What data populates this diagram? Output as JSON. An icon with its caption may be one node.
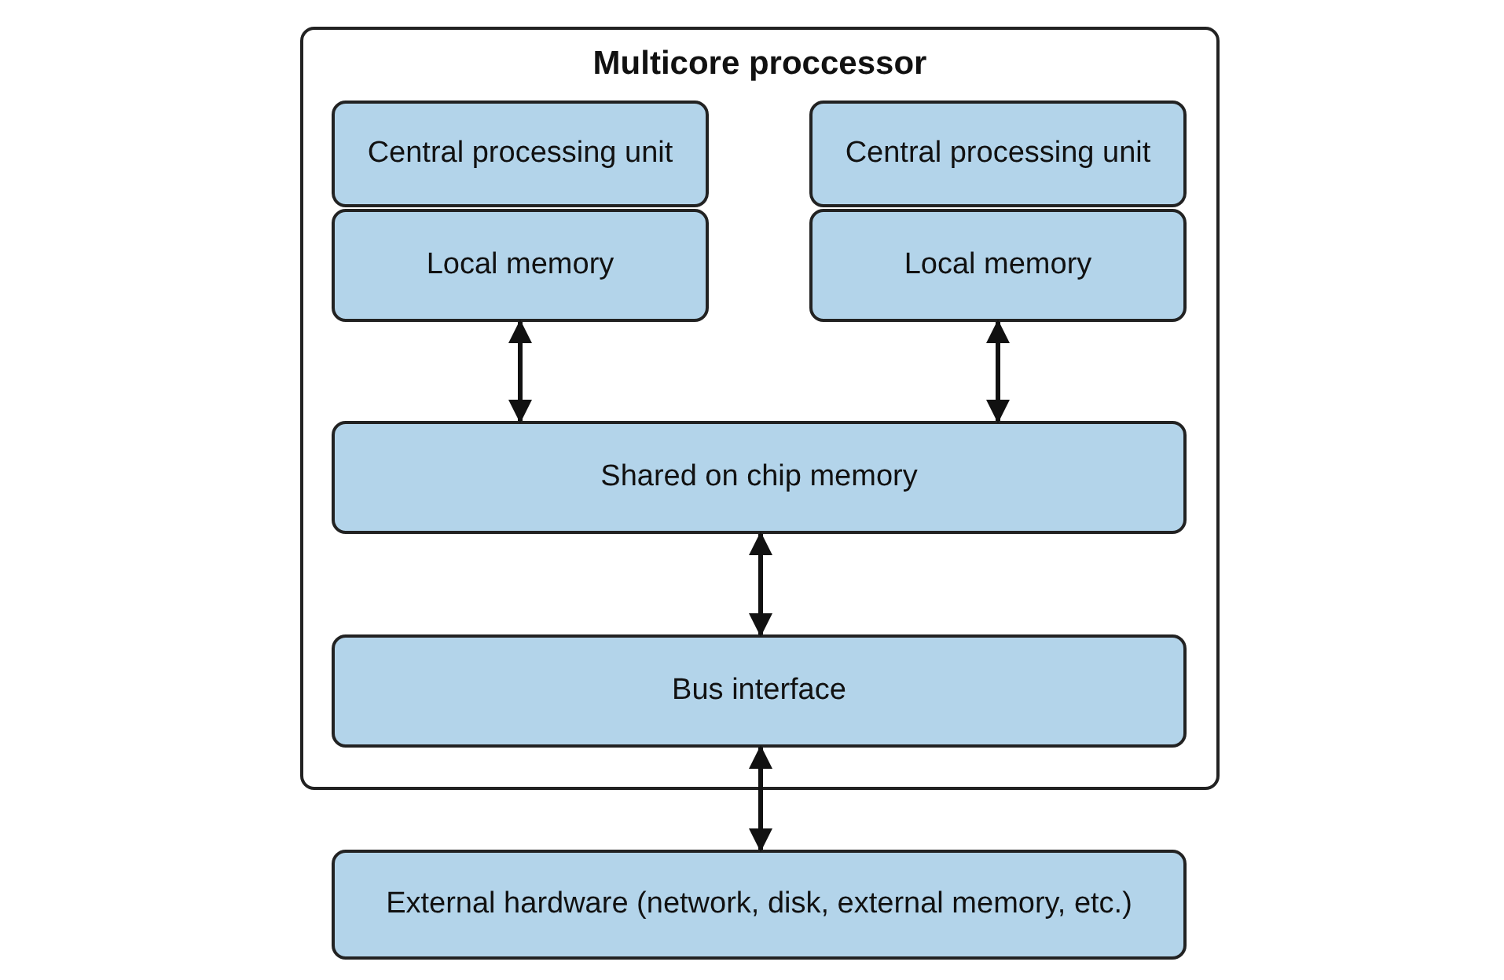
{
  "diagram": {
    "nodes": [
      {
        "text": [
          "Multicore proccessor"
        ]
      },
      {
        "text": [
          "Central processing unit"
        ],
        "in": 0
      },
      {
        "text": [
          "Local memory"
        ],
        "in": 0
      },
      {
        "text": [
          "Central processing unit"
        ],
        "in": 0
      },
      {
        "text": [
          "Local memory"
        ],
        "in": 0
      },
      {
        "text": [
          "Shared on chip memory"
        ],
        "in": 0
      },
      {
        "text": [
          "Bus interface"
        ],
        "in": 0
      },
      {
        "text": [
          "External hardware (network, disk, external memory, etc.)"
        ]
      }
    ],
    "edges": [
      {
        "from": 2,
        "to": 5,
        "arrow": "both"
      },
      {
        "from": 4,
        "to": 5,
        "arrow": "both"
      },
      {
        "from": 5,
        "to": 6,
        "arrow": "both"
      },
      {
        "from": 6,
        "to": 7,
        "arrow": "both"
      }
    ]
  }
}
